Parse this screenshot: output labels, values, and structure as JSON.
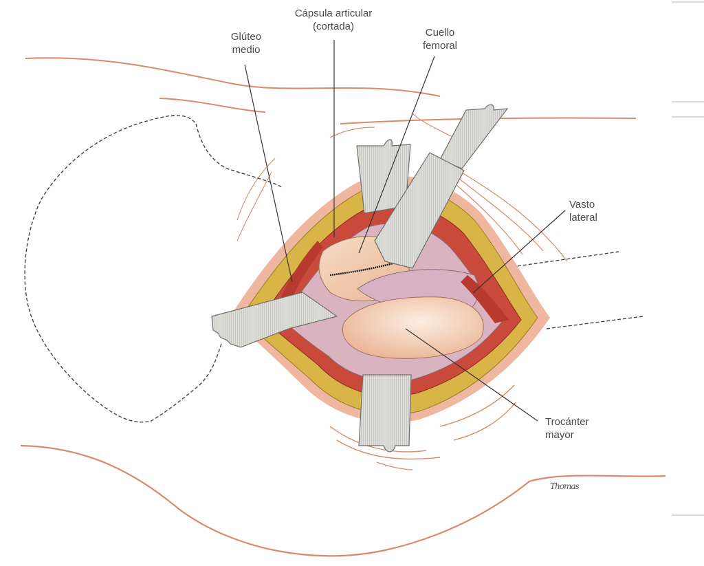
{
  "figure": {
    "title": "Abordaje quirúrgico lateral de la cadera",
    "labels": {
      "gluteo_medio": [
        "Glúteo",
        "medio"
      ],
      "capsula": [
        "Cápsula articular",
        "(cortada)"
      ],
      "cuello": [
        "Cuello",
        "femoral"
      ],
      "vasto": [
        "Vasto",
        "lateral"
      ],
      "trocanter": [
        "Trocánter",
        "mayor"
      ]
    },
    "signature": "Thomas"
  },
  "colors": {
    "skin_line": "#d98a6a",
    "fat": "#d9b446",
    "muscle": "#c9493a",
    "bone": "#f2c9a8",
    "capsule": "#d9b4c0",
    "retractor": "#d6d6d3",
    "leader": "#333333",
    "dashed_outline": "#444444"
  }
}
